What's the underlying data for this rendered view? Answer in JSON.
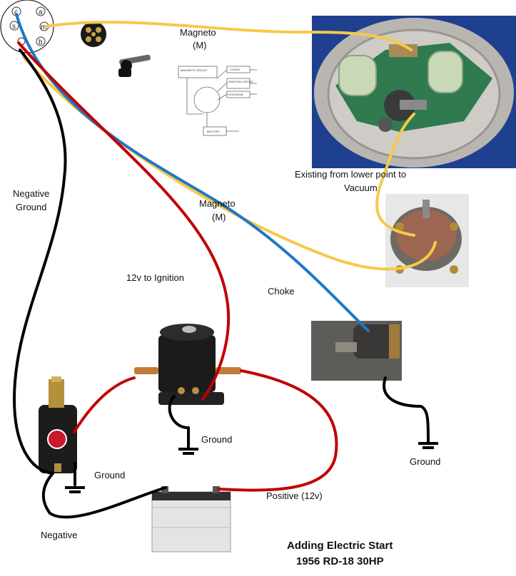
{
  "title": {
    "line1": "Adding Electric Start",
    "line2": "1956 RD-18 30HP"
  },
  "switch_pins": [
    "c",
    "a",
    "s",
    "m",
    "b"
  ],
  "labels": {
    "magneto_top_1": "Magneto",
    "magneto_top_2": "(M)",
    "magneto_mid_1": "Magneto",
    "magneto_mid_2": "(M)",
    "existing_1": "Existing from lower point to",
    "existing_2": "Vacuum",
    "negative_ground_1": "Negative",
    "negative_ground_2": "Ground",
    "ignition": "12v to Ignition",
    "choke": "Choke",
    "ground_solenoid": "Ground",
    "ground_starter": "Ground",
    "ground_choke": "Ground",
    "positive": "Positive (12v)",
    "negative": "Negative"
  },
  "schematic": {
    "magneto": "MAGNETO CIRCUIT",
    "choke": "CHOKE",
    "ignition": "IGNITION CIRCUIT",
    "solenoid": "SOLENOID",
    "battery": "BATTERY"
  },
  "colors": {
    "wire_yellow": "#f6c94a",
    "wire_blue": "#2176c7",
    "wire_red": "#c00000",
    "wire_black": "#000000"
  }
}
